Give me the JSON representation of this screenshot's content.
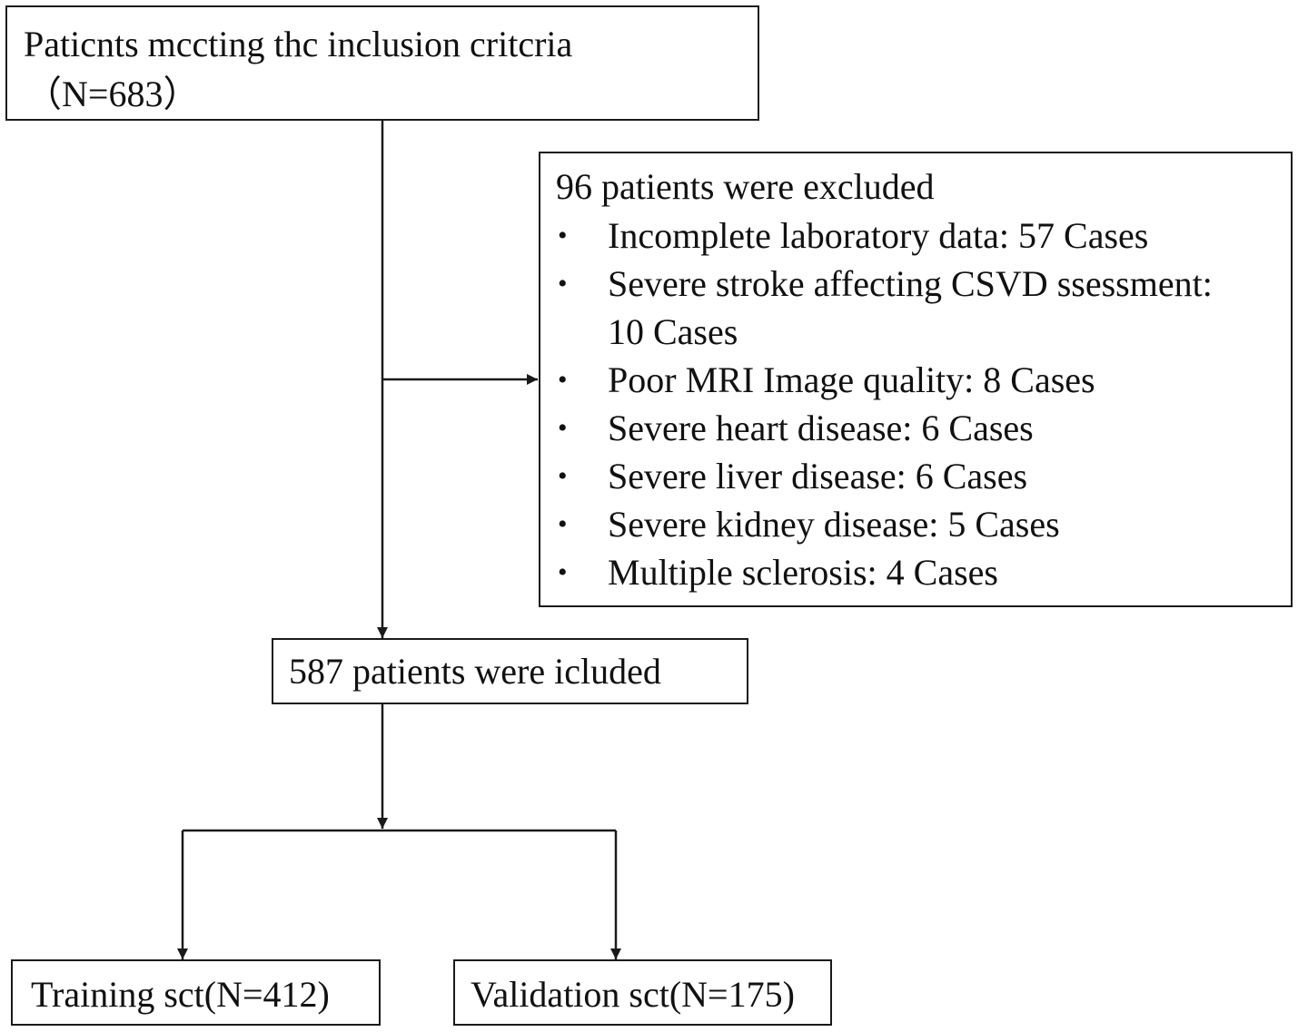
{
  "boxes": {
    "inclusion": {
      "line1": "Paticnts mccting thc inclusion critcria",
      "line2": "（N=683）"
    },
    "excluded": {
      "title": "96 patients were excluded",
      "items": [
        "Incomplete laboratory data: 57 Cases",
        "Severe stroke affecting CSVD ssessment:",
        "10 Cases",
        "Poor MRI Image quality: 8 Cases",
        "Severe heart disease: 6 Cases",
        "Severe liver disease: 6 Cases",
        "Severe kidney disease: 5 Cases",
        "Multiple sclerosis: 4 Cases"
      ],
      "bullet": "•"
    },
    "included": {
      "label": "587 patients were icluded"
    },
    "training": {
      "label": "Training sct(N=412)"
    },
    "validation": {
      "label": "Validation sct(N=175)"
    }
  }
}
